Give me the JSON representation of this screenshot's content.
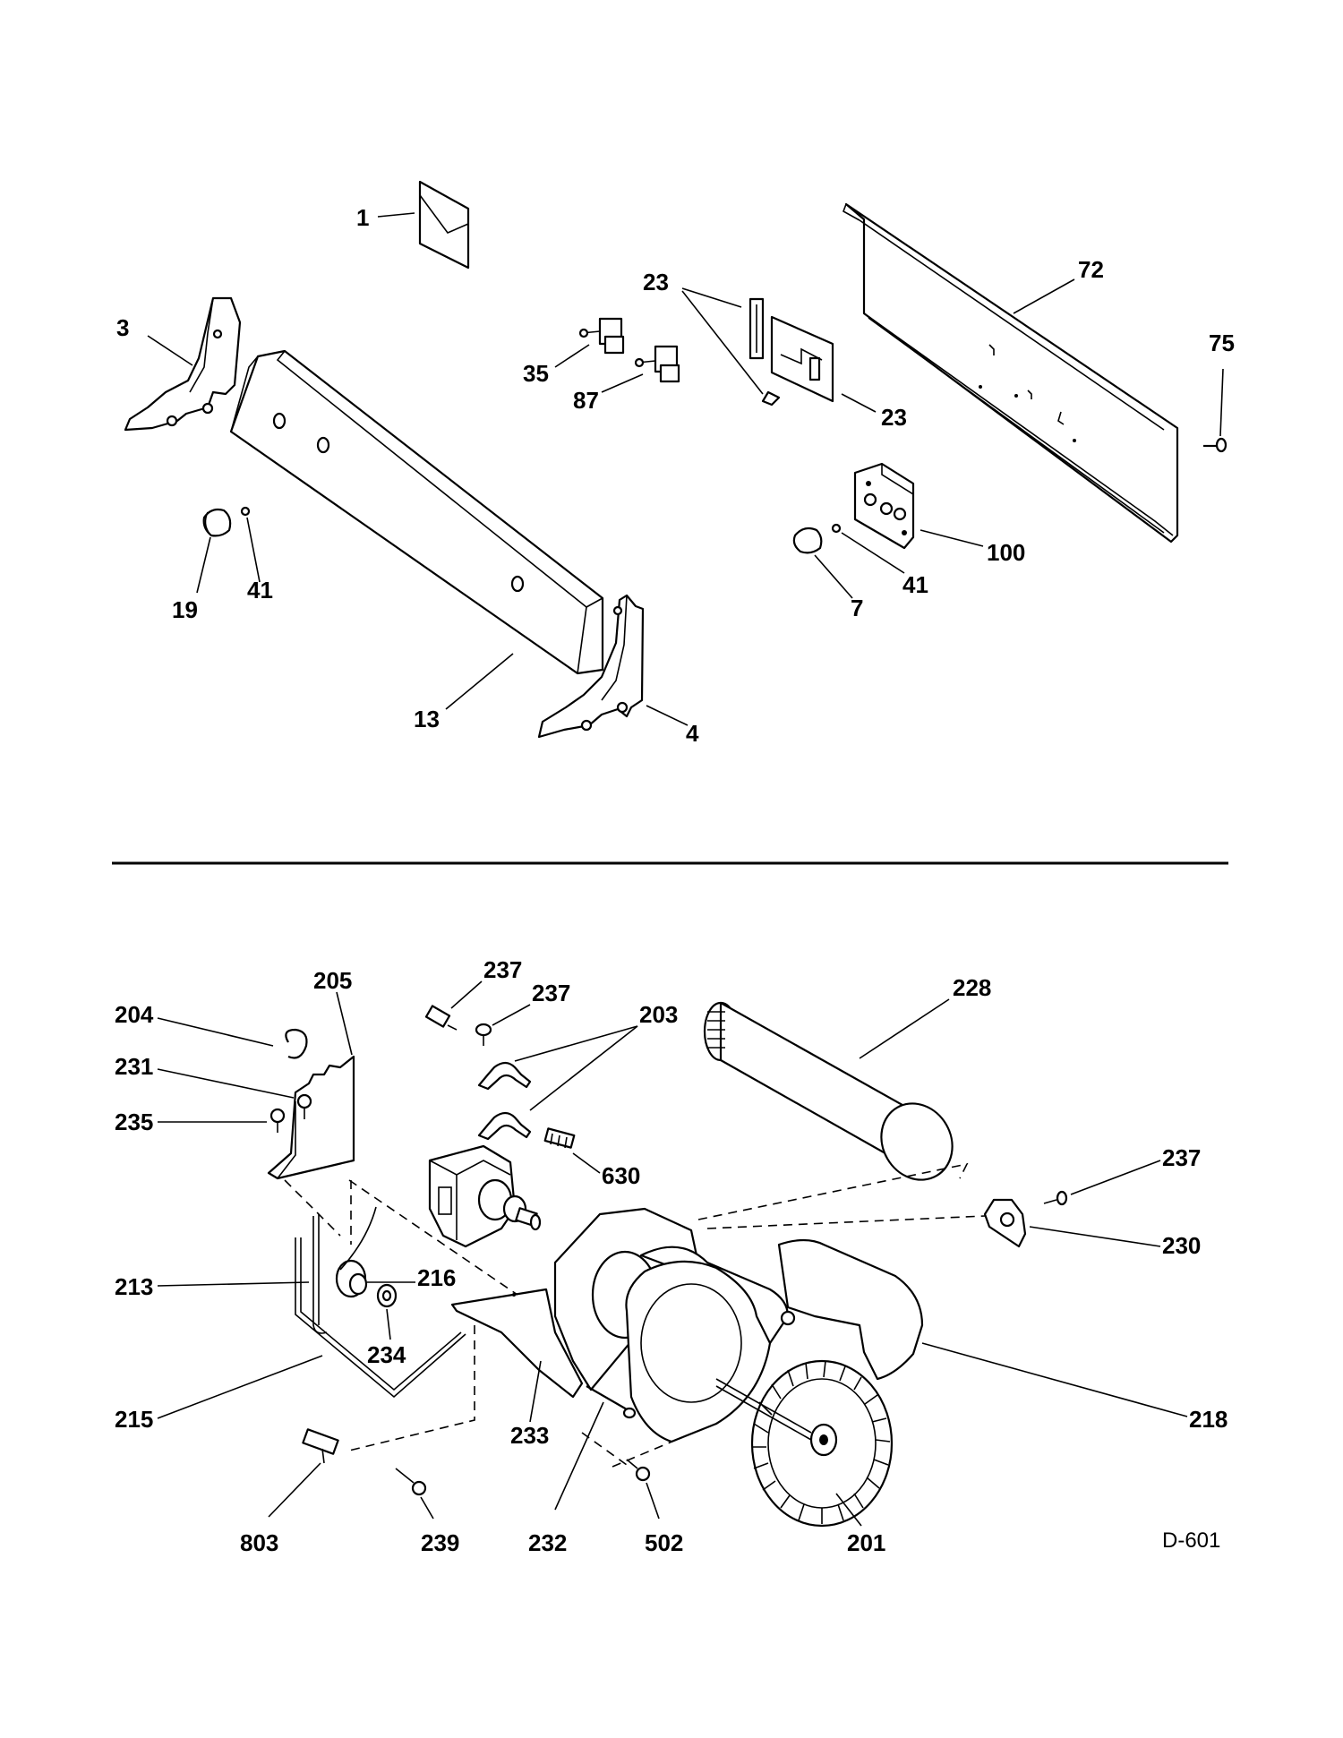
{
  "figure_code": "D-601",
  "top_section": {
    "labels": [
      "1",
      "3",
      "35",
      "87",
      "23",
      "23",
      "72",
      "75",
      "19",
      "41",
      "13",
      "4",
      "100",
      "41",
      "7"
    ]
  },
  "bottom_section": {
    "labels": [
      "237",
      "237",
      "203",
      "228",
      "205",
      "204",
      "231",
      "235",
      "630",
      "237",
      "230",
      "216",
      "213",
      "234",
      "218",
      "215",
      "233",
      "803",
      "239",
      "232",
      "502",
      "201"
    ]
  }
}
